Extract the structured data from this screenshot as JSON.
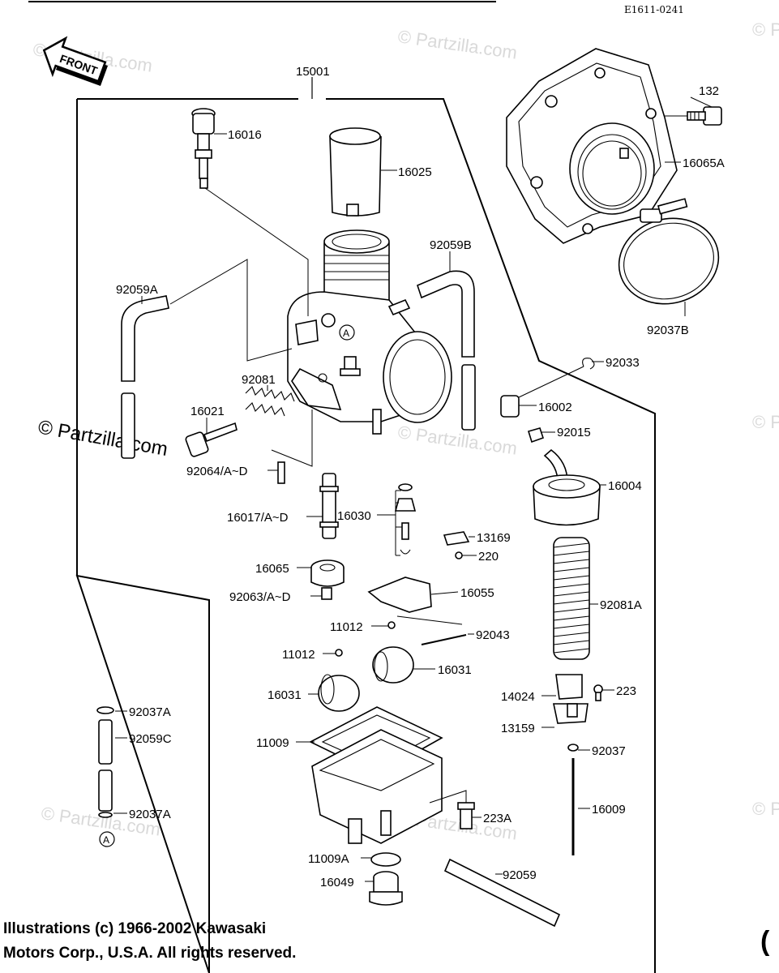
{
  "code": "E1611-0241",
  "front": "FRONT",
  "watermark": "© Partzilla.com",
  "copyright": {
    "line1": "Illustrations (c) 1966-2002 Kawasaki",
    "line2": "Motors Corp., U.S.A.  All rights reserved."
  },
  "labels": {
    "p15001": "15001",
    "p132": "132",
    "p16016": "16016",
    "p16025": "16025",
    "p16065A": "16065A",
    "p92059B": "92059B",
    "p92059A": "92059A",
    "p92037B": "92037B",
    "p92033": "92033",
    "p92081": "92081",
    "p16002": "16002",
    "p16021": "16021",
    "p92015": "92015",
    "p92064": "92064/A~D",
    "p16004": "16004",
    "p16017": "16017/A~D",
    "p16030": "16030",
    "p13169": "13169",
    "p220": "220",
    "p16065": "16065",
    "p92063": "92063/A~D",
    "p16055": "16055",
    "p92081A": "92081A",
    "p11012a": "11012",
    "p92043": "92043",
    "p11012b": "11012",
    "p16031a": "16031",
    "p16031b": "16031",
    "p223": "223",
    "p14024": "14024",
    "p92037Aa": "92037A",
    "p92059C": "92059C",
    "p13159": "13159",
    "p11009": "11009",
    "p92037": "92037",
    "p16009": "16009",
    "p92037Ab": "92037A",
    "p223A": "223A",
    "p11009A": "11009A",
    "p92059": "92059",
    "p16049": "16049",
    "markA1": "A",
    "markA2": "A"
  }
}
